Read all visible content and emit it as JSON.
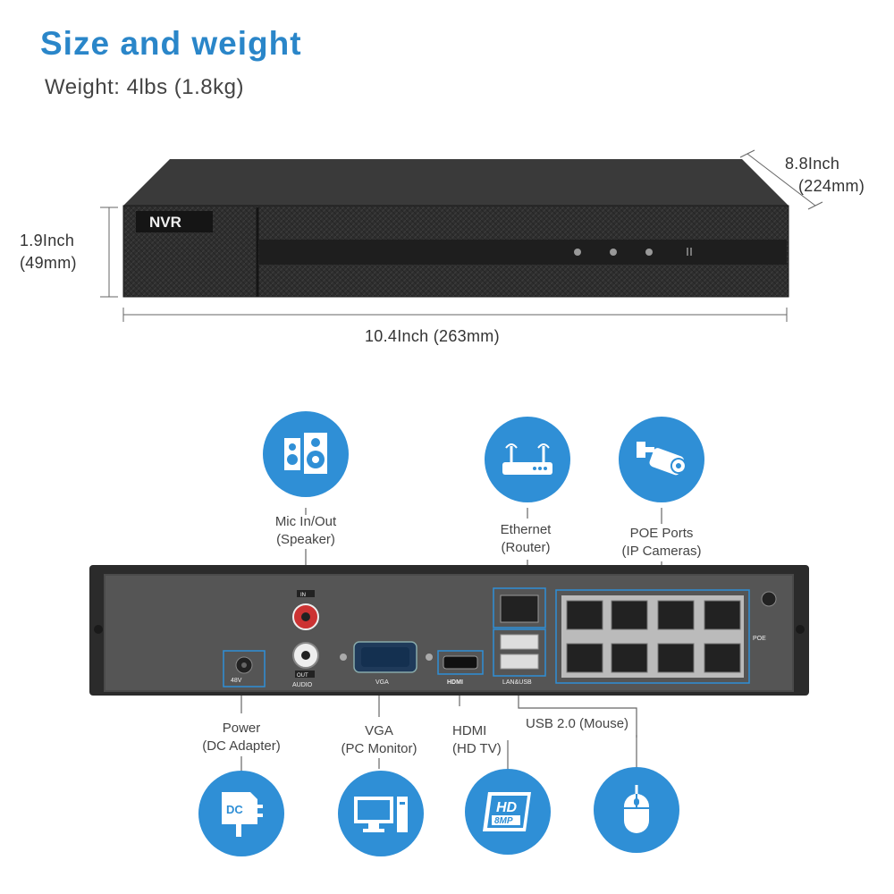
{
  "header": {
    "title": "Size and weight",
    "weight": "Weight: 4lbs (1.8kg)"
  },
  "dimensions": {
    "depth_in": "8.8Inch",
    "depth_mm": "(224mm)",
    "height_in": "1.9Inch",
    "height_mm": "(49mm)",
    "width": "10.4Inch (263mm)"
  },
  "front_panel": {
    "badge": "NVR"
  },
  "back_panel": {
    "audio_in": "IN",
    "audio_out": "OUT",
    "audio": "AUDIO",
    "vga": "VGA",
    "hdmi": "HDMI",
    "lan_usb": "LAN&USB",
    "poe": "POE",
    "power_rating": "48V"
  },
  "ports": {
    "mic": {
      "line1": "Mic In/Out",
      "line2": "(Speaker)",
      "icon": "speaker-icon"
    },
    "ethernet": {
      "line1": "Ethernet",
      "line2": "(Router)",
      "icon": "router-icon"
    },
    "poe": {
      "line1": "POE Ports",
      "line2": "(IP Cameras)",
      "icon": "camera-icon"
    },
    "power": {
      "line1": "Power",
      "line2": "(DC Adapter)",
      "icon": "dc-adapter-icon",
      "badge": "DC"
    },
    "vga": {
      "line1": "VGA",
      "line2": "(PC Monitor)",
      "icon": "monitor-icon"
    },
    "hdmi": {
      "line1": "HDMI",
      "line2": "(HD TV)",
      "icon": "hd-icon",
      "badge1": "HD",
      "badge2": "8MP"
    },
    "usb": {
      "line1": "USB 2.0  (Mouse)",
      "icon": "mouse-icon"
    }
  },
  "colors": {
    "accent": "#2f8fd6",
    "title": "#2a86c9",
    "device": "#2b2b2b"
  }
}
